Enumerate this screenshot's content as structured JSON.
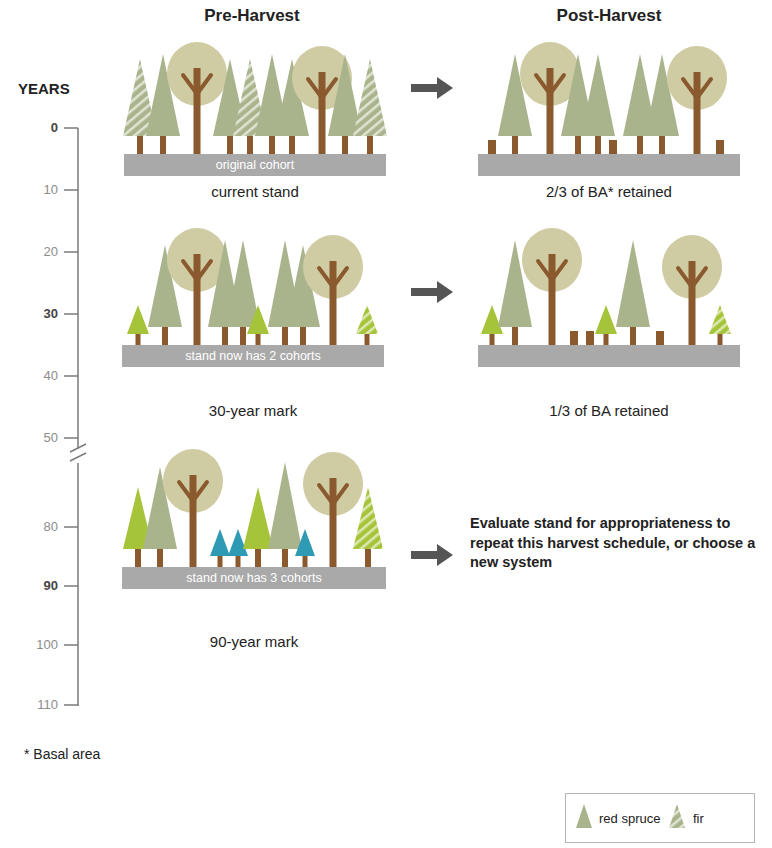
{
  "diagram": {
    "nodes": [
      {
        "text": [
          "original cohort"
        ]
      },
      {
        "text": [
          "stand now has 2 cohorts"
        ]
      },
      {
        "text": [
          "stand now has 3 cohorts"
        ]
      }
    ],
    "labels": [
      "Pre-Harvest",
      "Post-Harvest",
      "YEARS",
      "0",
      "10",
      "20",
      "30",
      "40",
      "50",
      "80",
      "90",
      "100",
      "110",
      "current stand",
      "2/3 of BA* retained",
      "30-year mark",
      "1/3 of BA retained",
      "90-year mark",
      "Evaluate stand for appropriateness to repeat this harvest schedule, or choose a new system",
      "* Basal area"
    ],
    "legend": [
      {
        "text": "red spruce"
      },
      {
        "text": "fir"
      }
    ]
  }
}
